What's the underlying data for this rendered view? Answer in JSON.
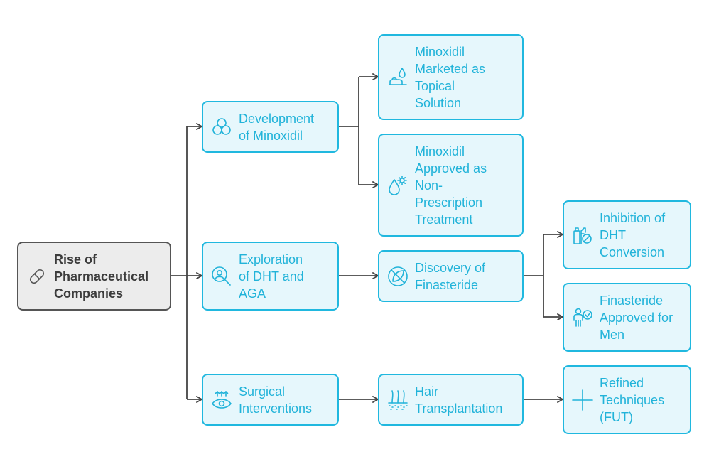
{
  "colors": {
    "accent": "#21b3d9",
    "node_fill": "#e6f7fc",
    "root_fill": "#ececec",
    "root_border": "#555555",
    "connector": "#444444"
  },
  "nodes": {
    "root": {
      "label": "Rise of\nPharmaceutical\nCompanies",
      "icon": "pill-icon"
    },
    "development": {
      "label": "Development\nof Minoxidil",
      "icon": "molecule-icon"
    },
    "exploration": {
      "label": "Exploration\nof DHT and\nAGA",
      "icon": "magnify-person-icon"
    },
    "surgical": {
      "label": "Surgical\nInterventions",
      "icon": "eye-arrows-icon"
    },
    "marketed": {
      "label": "Minoxidil\nMarketed as\nTopical\nSolution",
      "icon": "dropper-cream-icon"
    },
    "approved_nonrx": {
      "label": "Minoxidil\nApproved as\nNon-\nPrescription\nTreatment",
      "icon": "drop-gear-icon"
    },
    "finasteride": {
      "label": "Discovery of\nFinasteride",
      "icon": "no-leaf-icon"
    },
    "transplant": {
      "label": "Hair\nTransplantation",
      "icon": "hair-follicle-icon"
    },
    "inhibition": {
      "label": "Inhibition of\nDHT\nConversion",
      "icon": "bottle-block-icon"
    },
    "fin_men": {
      "label": "Finasteride\nApproved for\nMen",
      "icon": "person-check-icon"
    },
    "fut": {
      "label": "Refined\nTechniques\n(FUT)",
      "icon": "plus-icon"
    }
  }
}
